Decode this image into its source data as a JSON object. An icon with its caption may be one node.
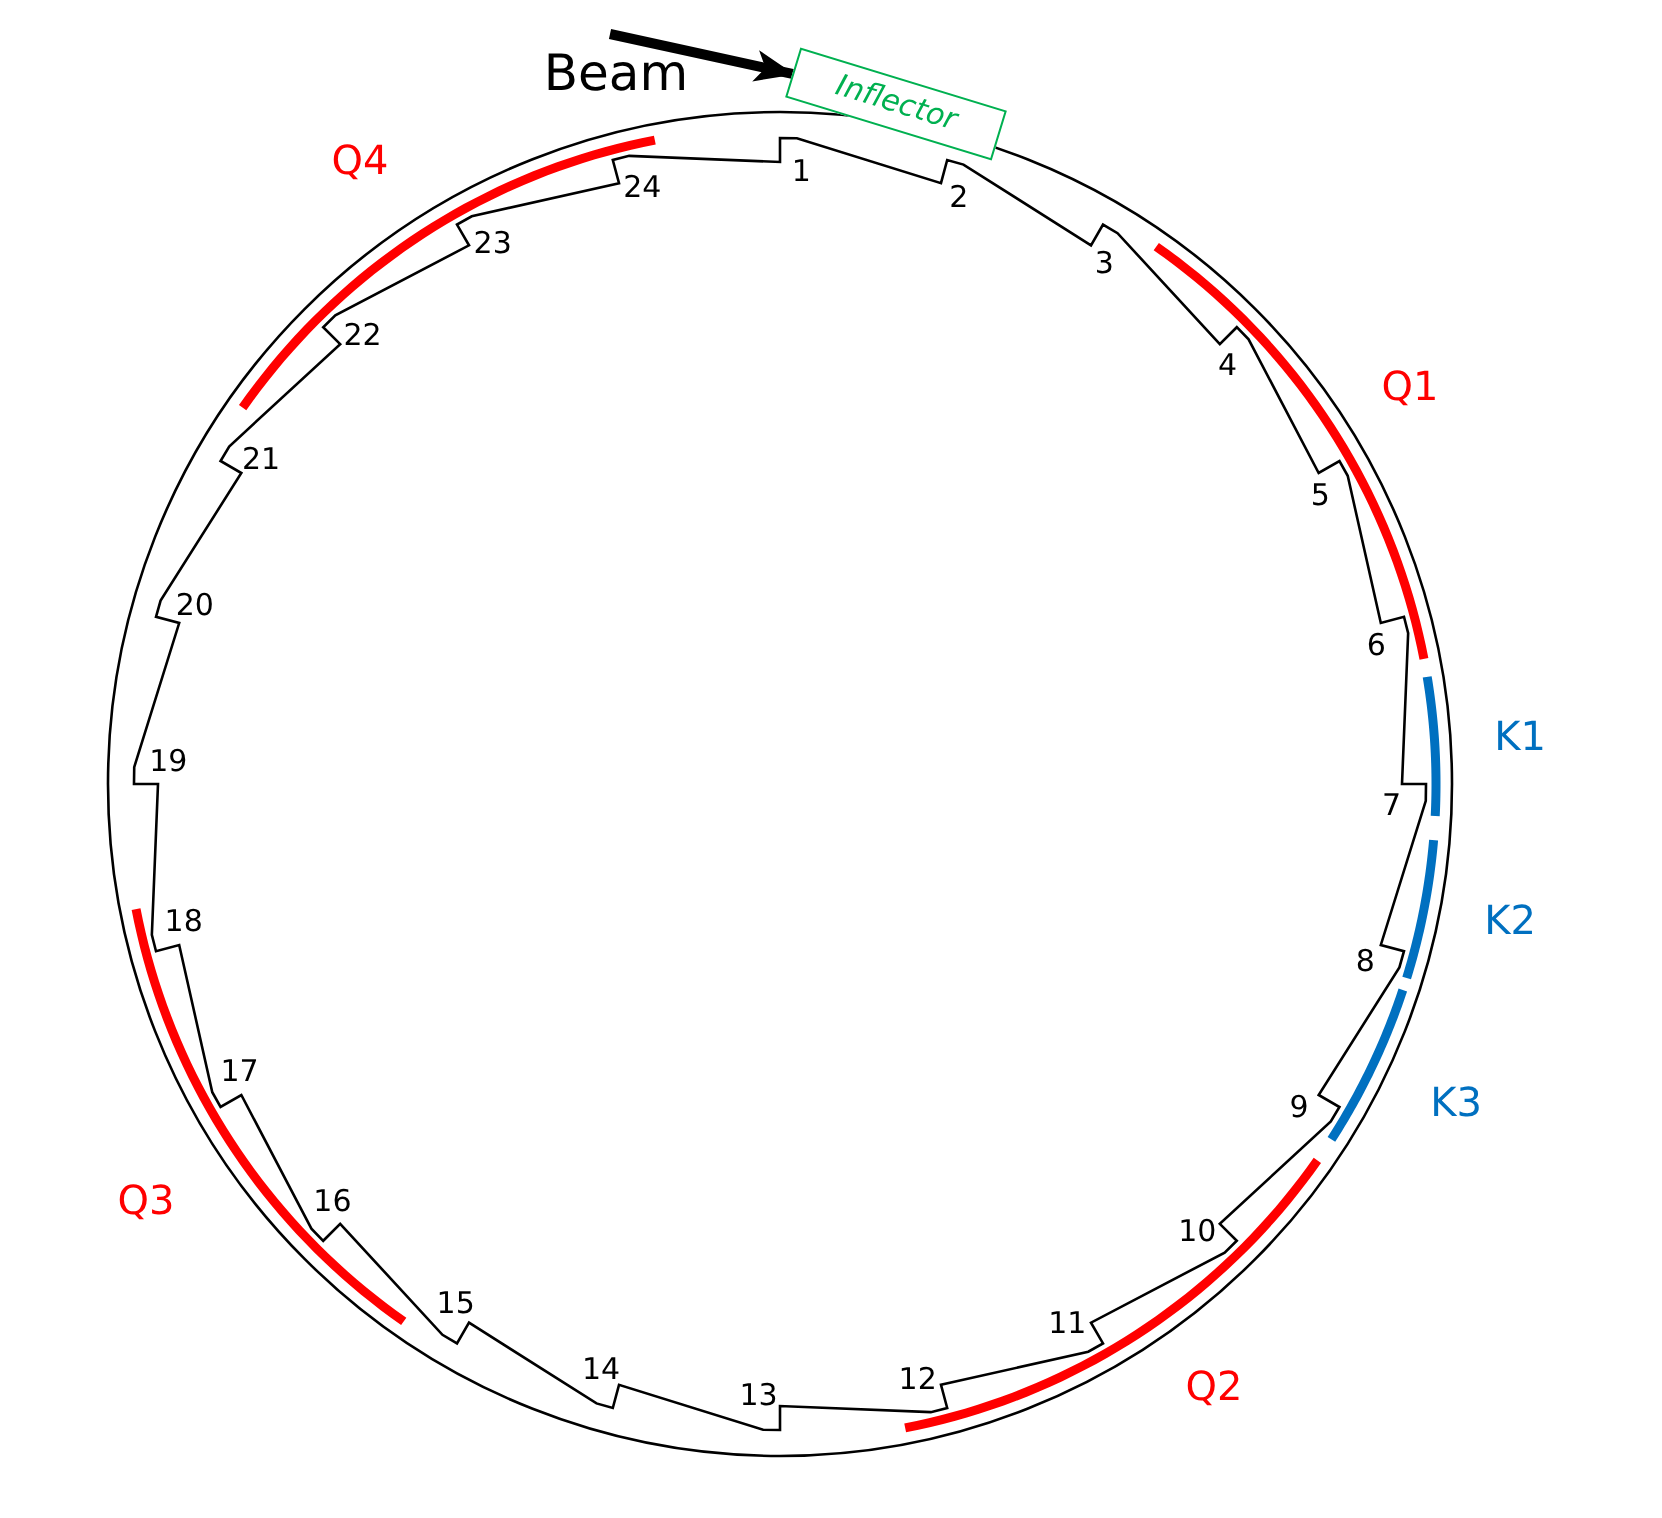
{
  "diagram": {
    "nodes": [
      {
        "text": [
          "Beam"
        ]
      },
      {
        "text": [
          "Inflector"
        ]
      }
    ],
    "edges": [
      {
        "from": 0,
        "to": 1,
        "arrow": "to"
      }
    ],
    "labels": [
      "1",
      "2",
      "3",
      "4",
      "5",
      "6",
      "7",
      "8",
      "9",
      "10",
      "11",
      "12",
      "13",
      "14",
      "15",
      "16",
      "17",
      "18",
      "19",
      "20",
      "21",
      "22",
      "23",
      "24",
      "Q1",
      "Q2",
      "Q3",
      "Q4",
      "K1",
      "K2",
      "K3"
    ]
  }
}
